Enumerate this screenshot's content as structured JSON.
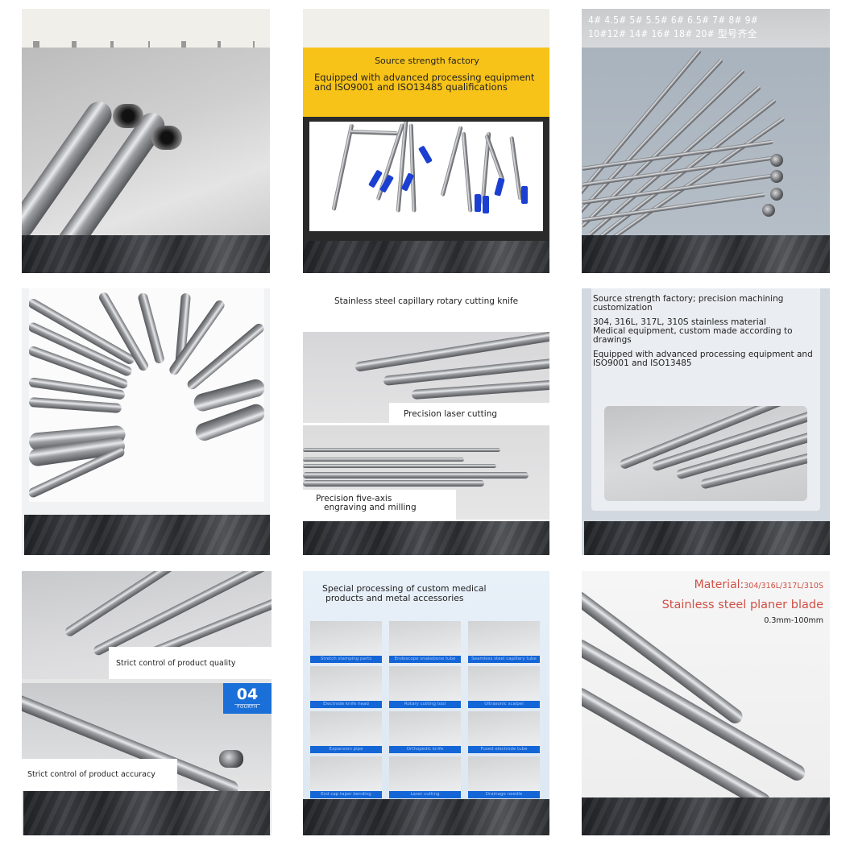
{
  "gallery": {
    "cards": [
      {
        "id": "card-1",
        "subject": "serrated tube cutter tips",
        "text": []
      },
      {
        "id": "card-2",
        "banner_color": "#f8c318",
        "title": "Source strength factory",
        "body": "Equipped with advanced processing equipment and ISO9001 and ISO13485 qualifications",
        "accent_color": "#1b3fd1"
      },
      {
        "id": "card-3",
        "sizes_line1": "4#  4.5#  5#  5.5#  6#  6.5#  7#  8#  9#",
        "sizes_line2": "10#12#  14#  16#  18#  20#  型号齐全"
      },
      {
        "id": "card-4",
        "subject": "assorted precision tubes and stents",
        "text": []
      },
      {
        "id": "card-5",
        "title": "Stainless steel capillary rotary cutting knife",
        "label_1": "Precision laser cutting",
        "label_2_line1": "Precision five-axis",
        "label_2_line2": "engraving and milling"
      },
      {
        "id": "card-6",
        "para_1": "Source strength factory; precision machining customization",
        "para_2_line1": "304, 316L, 317L, 310S stainless material",
        "para_2_line2": "Medical equipment, custom made according to drawings",
        "para_3": "Equipped with advanced processing equipment and ISO9001 and ISO13485"
      },
      {
        "id": "card-7",
        "label_1": "Strict control of product quality",
        "label_2": "Strict control of product accuracy",
        "badge_number": "04",
        "badge_caption": "FOURTH",
        "badge_color": "#1a6fd8"
      },
      {
        "id": "card-8",
        "title_line1": "Special processing of custom medical",
        "title_line2": "products and metal accessories",
        "label_color": "#1466d6",
        "tiles": [
          {
            "label": "Stretch stamping parts"
          },
          {
            "label": "Endoscope snakebone tube"
          },
          {
            "label": "Seamless steel capillary tube"
          },
          {
            "label": "Electrode knife head"
          },
          {
            "label": "Rotary cutting tool"
          },
          {
            "label": "Ultrasonic scalpel"
          },
          {
            "label": "Expansion pipe"
          },
          {
            "label": "Orthopedic knife"
          },
          {
            "label": "Fused electrode tube"
          },
          {
            "label": "End cap taper bending"
          },
          {
            "label": "Laser cutting"
          },
          {
            "label": "Drainage needle"
          }
        ]
      },
      {
        "id": "card-9",
        "material_label": "Material:",
        "material_grades": "304/316L/317L/310S",
        "product": "Stainless steel planer blade",
        "range": "0.3mm-100mm",
        "text_color": "#cf4f45"
      }
    ]
  }
}
